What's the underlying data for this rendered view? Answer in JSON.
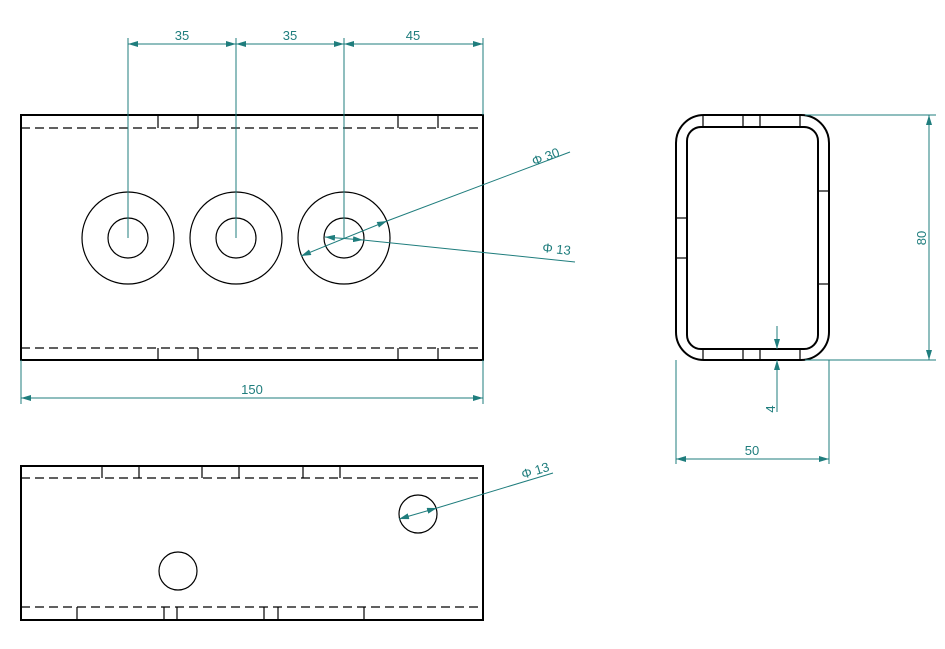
{
  "drawing": {
    "colors": {
      "outline": "#000000",
      "dimension": "#1f7d7d"
    },
    "front_view": {
      "dims": {
        "hole_spacing_1": "35",
        "hole_spacing_2": "35",
        "hole_to_edge": "45",
        "overall_length": "150"
      },
      "callouts": {
        "outer_diameter": "Φ 30",
        "inner_diameter": "Φ 13"
      }
    },
    "section_view": {
      "dims": {
        "height": "80",
        "width": "50",
        "wall_thickness": "4"
      }
    },
    "bottom_view": {
      "callouts": {
        "hole_diameter": "Φ 13"
      }
    }
  }
}
